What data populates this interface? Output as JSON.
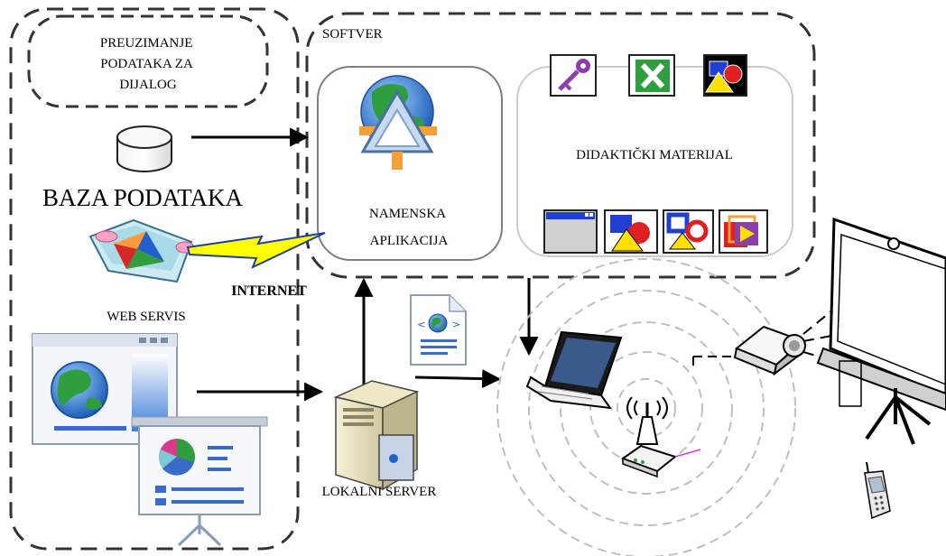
{
  "labels": {
    "preuzimanje": [
      "PREUZIMANJE",
      "PODATAKA ZA",
      "DIJALOG"
    ],
    "softver": "SOFTVER",
    "baza_podataka": "BAZA PODATAKA",
    "web_servis": "WEB SERVIS",
    "internet": "INTERNET",
    "namenska_aplikacija": [
      "NAMENSKA",
      "APLIKACIJA"
    ],
    "didakticki_materijal": "DIDAKTIČKI MATERIJAL",
    "lokalni_server": "LOKALNI SERVER"
  },
  "colors": {
    "outline": "#333333",
    "rounded_box": "#7f7f7f",
    "inner_box": "#cccccc",
    "wireless_rings": "#bfbfbf",
    "lightning": "#ffff00",
    "globe_blue": "#3a7bd5",
    "globe_green": "#2e9e3e"
  },
  "icons": [
    "database-icon",
    "web-service-icon",
    "lightning-icon",
    "globe-icon",
    "key-icon",
    "excel-icon",
    "shapes-icon",
    "window-icon",
    "browser-icon",
    "presentation-icon",
    "server-icon",
    "xml-document-icon",
    "laptop-icon",
    "router-icon",
    "projector-icon",
    "projection-screen-icon",
    "mobile-phone-icon"
  ]
}
